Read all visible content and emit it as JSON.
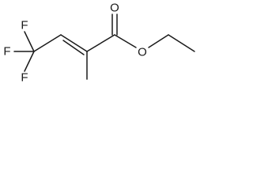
{
  "molecule": {
    "atoms": {
      "F1": "F",
      "F2": "F",
      "F3": "F",
      "O_carbonyl": "O",
      "O_ester": "O"
    }
  }
}
